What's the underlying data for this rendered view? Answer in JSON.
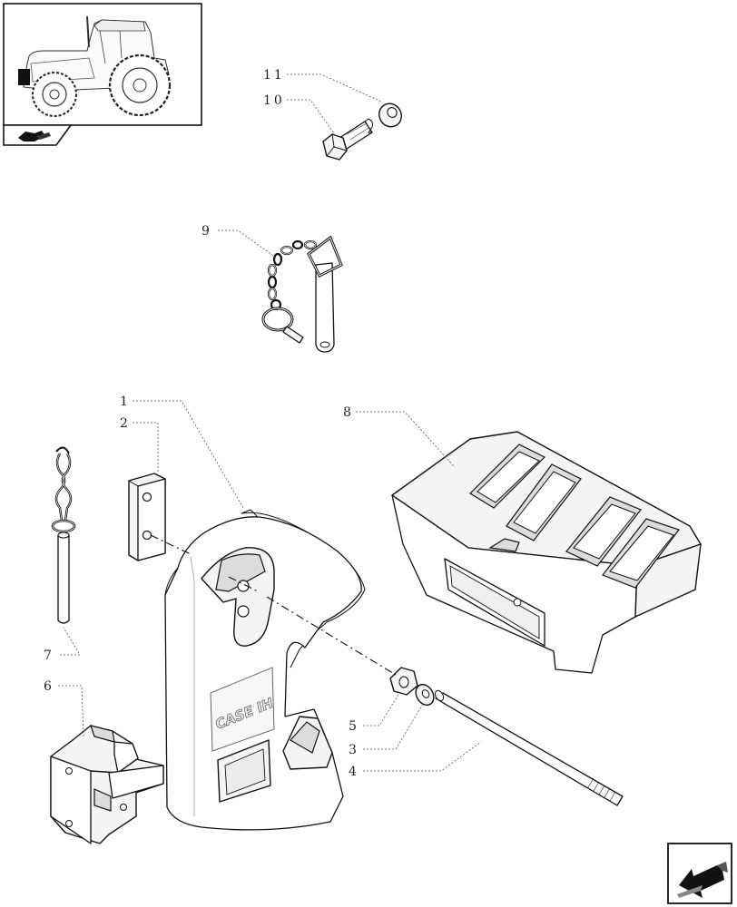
{
  "callouts": [
    {
      "id": "c11",
      "label": "11"
    },
    {
      "id": "c10",
      "label": "10"
    },
    {
      "id": "c9",
      "label": "9"
    },
    {
      "id": "c1",
      "label": "1"
    },
    {
      "id": "c2",
      "label": "2"
    },
    {
      "id": "c8",
      "label": "8"
    },
    {
      "id": "c7",
      "label": "7"
    },
    {
      "id": "c6",
      "label": "6"
    },
    {
      "id": "c5",
      "label": "5"
    },
    {
      "id": "c3",
      "label": "3"
    },
    {
      "id": "c4",
      "label": "4"
    }
  ],
  "weight_brand": "CASE IH",
  "icons": {
    "thumbnail": "tractor-thumbnail-icon",
    "section": "weights-section-icon",
    "nav": "next-page-arrow-icon"
  }
}
